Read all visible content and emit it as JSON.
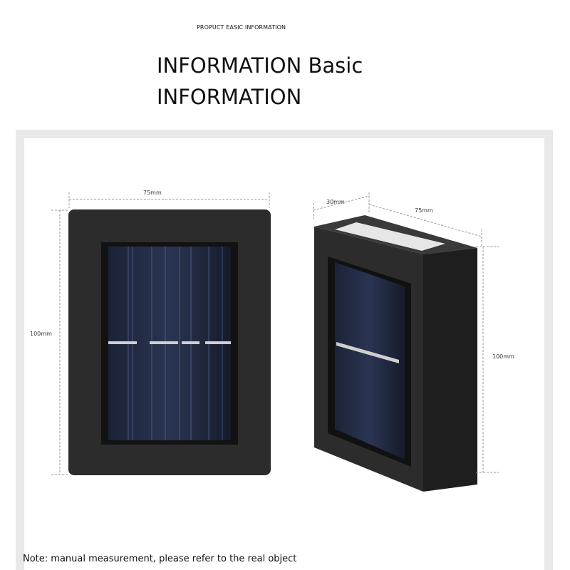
{
  "header": {
    "subtitle": "PROPUCT EASIC INFORMATION",
    "title": "INFORMATION Basic INFORMATION"
  },
  "front_view": {
    "width_label": "75mm",
    "height_label": "100mm"
  },
  "side_view": {
    "depth_label": "30mm",
    "width_label": "75mm",
    "height_label": "100mm"
  },
  "note": "Note: manual measurement, please refer to the real object"
}
